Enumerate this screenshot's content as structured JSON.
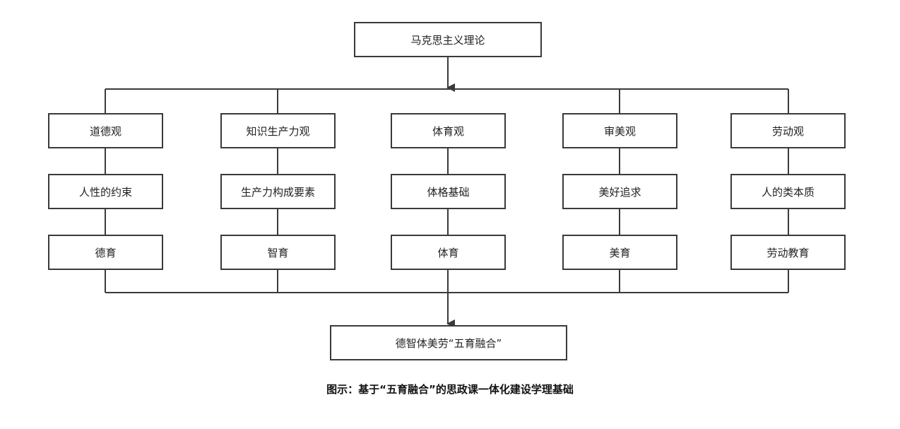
{
  "top": {
    "label": "马克思主义理论"
  },
  "columns": [
    {
      "view": "道德观",
      "basis": "人性的约束",
      "education": "德育"
    },
    {
      "view": "知识生产力观",
      "basis": "生产力构成要素",
      "education": "智育"
    },
    {
      "view": "体育观",
      "basis": "体格基础",
      "education": "体育"
    },
    {
      "view": "审美观",
      "basis": "美好追求",
      "education": "美育"
    },
    {
      "view": "劳动观",
      "basis": "人的类本质",
      "education": "劳动教育"
    }
  ],
  "bottom": {
    "label": "德智体美劳“五育融合”"
  },
  "caption": "图示：基于“五育融合”的思政课一体化建设学理基础",
  "colors": {
    "line": "#3a3a3a",
    "box_border": "#3a3a3a",
    "text": "#222222"
  }
}
